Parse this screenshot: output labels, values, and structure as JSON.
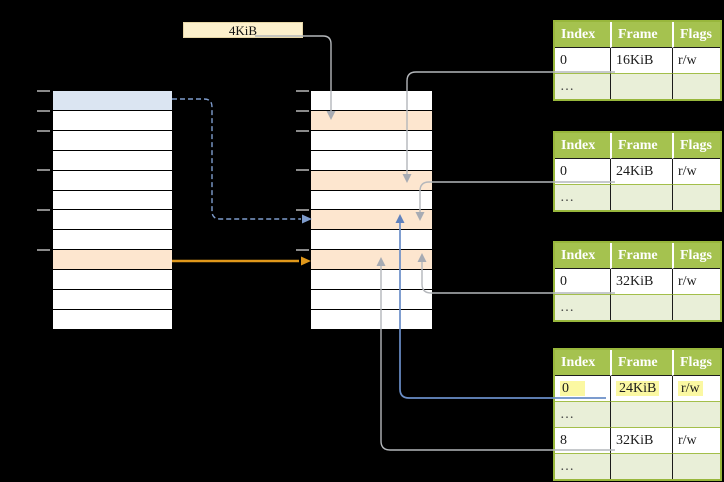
{
  "frame_size_box": {
    "label": "4KiB"
  },
  "virtual_memory_column": {
    "rows": [
      "blue",
      "white",
      "white",
      "white",
      "white",
      "white",
      "white",
      "white",
      "orange",
      "white",
      "white",
      "white"
    ]
  },
  "physical_memory_column": {
    "rows": [
      "white",
      "orange",
      "white",
      "white",
      "orange",
      "white",
      "orange",
      "white",
      "orange",
      "white",
      "white",
      "white"
    ]
  },
  "tick_row_indices": [
    0,
    1,
    2,
    4,
    6,
    8
  ],
  "page_tables": [
    {
      "id": "page-table-1",
      "headers": [
        "Index",
        "Frame",
        "Flags"
      ],
      "rows": [
        {
          "type": "value",
          "cells": [
            "0",
            "16KiB",
            "r/w"
          ],
          "highlight": false
        },
        {
          "type": "ellipsis",
          "cells": [
            "…",
            "",
            ""
          ],
          "highlight": false
        }
      ]
    },
    {
      "id": "page-table-2",
      "headers": [
        "Index",
        "Frame",
        "Flags"
      ],
      "rows": [
        {
          "type": "value",
          "cells": [
            "0",
            "24KiB",
            "r/w"
          ],
          "highlight": false
        },
        {
          "type": "ellipsis",
          "cells": [
            "…",
            "",
            ""
          ],
          "highlight": false
        }
      ]
    },
    {
      "id": "page-table-3",
      "headers": [
        "Index",
        "Frame",
        "Flags"
      ],
      "rows": [
        {
          "type": "value",
          "cells": [
            "0",
            "32KiB",
            "r/w"
          ],
          "highlight": false
        },
        {
          "type": "ellipsis",
          "cells": [
            "…",
            "",
            ""
          ],
          "highlight": false
        }
      ]
    },
    {
      "id": "page-table-4",
      "headers": [
        "Index",
        "Frame",
        "Flags"
      ],
      "rows": [
        {
          "type": "value",
          "cells": [
            "0",
            "24KiB",
            "r/w"
          ],
          "highlight": true
        },
        {
          "type": "ellipsis",
          "cells": [
            "…",
            "",
            ""
          ],
          "highlight": false
        },
        {
          "type": "value",
          "cells": [
            "8",
            "32KiB",
            "r/w"
          ],
          "highlight": false
        },
        {
          "type": "ellipsis",
          "cells": [
            "…",
            "",
            ""
          ],
          "highlight": false
        }
      ]
    }
  ],
  "connectors": [
    {
      "id": "frame-size-pointer",
      "from": "frame-size-label",
      "to": "physical-frame-row-2",
      "style": "solid",
      "color": "connector_gray"
    },
    {
      "id": "pt1-entry0-pointer",
      "from": "page-table-1-frame-16KiB",
      "to": "physical-frame-row-5",
      "style": "solid",
      "color": "connector_gray"
    },
    {
      "id": "pt2-entry0-pointer",
      "from": "page-table-2-frame-24KiB",
      "to": "physical-frame-row-7",
      "style": "solid",
      "color": "connector_gray"
    },
    {
      "id": "pt3-entry0-pointer",
      "from": "page-table-3-frame-32KiB",
      "to": "physical-frame-row-9",
      "style": "solid",
      "color": "connector_gray"
    },
    {
      "id": "pt4-entry0-pointer",
      "from": "page-table-4-frame-24KiB",
      "to": "physical-frame-row-7",
      "style": "solid",
      "color": "connector_blue"
    },
    {
      "id": "pt4-entry8-pointer",
      "from": "page-table-4-frame-32KiB",
      "to": "physical-frame-row-9",
      "style": "solid",
      "color": "connector_gray"
    },
    {
      "id": "virtual-page-dashed-map",
      "from": "virtual-row-1",
      "to": "physical-frame-row-7",
      "style": "dashed",
      "color": "connector_dashed_blue"
    },
    {
      "id": "virtual-page-orange-map",
      "from": "virtual-row-9",
      "to": "physical-frame-row-9",
      "style": "solid",
      "color": "connector_orange"
    }
  ],
  "colors": {
    "background": "#000000",
    "cell_white": "#ffffff",
    "row_blue": "#dbe5f2",
    "row_orange": "#fde6cf",
    "frame_box_bg": "#fcf0cc",
    "frame_box_border": "#e6d6a6",
    "table_header_green": "#a5c24f",
    "table_border_green": "#98b73c",
    "table_row_green": "#e9efd8",
    "highlight_yellow": "#fbf8a2",
    "header_text": "#ffffff",
    "value_text": "#1a1a1a",
    "ellipsis_text": "#3f3f3f",
    "connector_gray": "#b4b7bb",
    "connector_gray_head": "#a7abb3",
    "connector_blue": "#6a8ec8",
    "connector_blue_head": "#5f81bd",
    "connector_dashed_blue": "#7e9ccc",
    "connector_orange": "#e0981b",
    "tick_gray": "#8a8a8a"
  }
}
